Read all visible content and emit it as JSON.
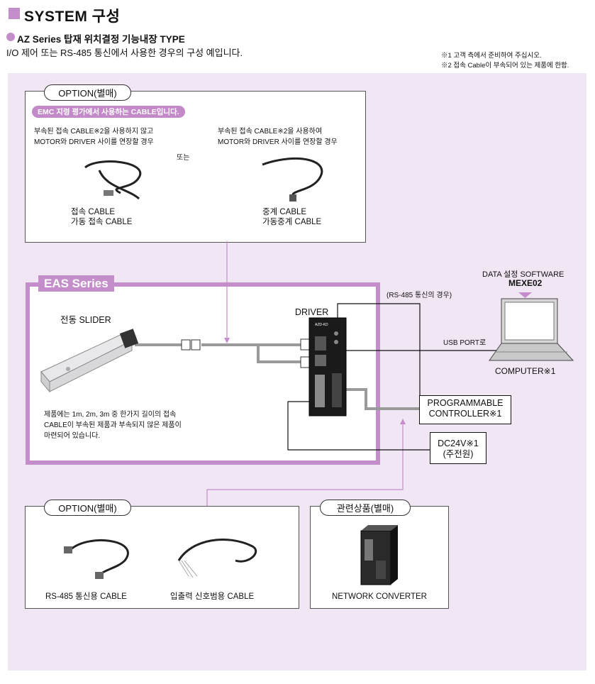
{
  "header": {
    "title": "SYSTEM 구성",
    "subtitle_strong": "AZ",
    "subtitle_rest": " Series 탑재 위치결정 기능내장 TYPE",
    "description": "I/O 제어 또는 RS-485 통신에서 사용한 경우의 구성 예입니다.",
    "note1": "※1 고객 측에서 준비하여 주십시오.",
    "note2": "※2 접속 Cable이 부속되어 있는 제품에 한함."
  },
  "option_top": {
    "tab": "OPTION(별매)",
    "emc": "EMC 지령 평가에서 사용하는 CABLE입니다.",
    "left_desc_1": "부속된 접속 CABLE※2을 사용하지 않고",
    "left_desc_2": "MOTOR와 DRIVER 사이를 연장할 경우",
    "or": "또는",
    "right_desc_1": "부속된 접속 CABLE※2을 사용하여",
    "right_desc_2": "MOTOR와 DRIVER 사이를 연장할 경우",
    "left_label_1": "접속 CABLE",
    "left_label_2": "가동 접속 CABLE",
    "right_label_1": "중계 CABLE",
    "right_label_2": "가동중계 CABLE"
  },
  "eas": {
    "tab": "EAS Series",
    "slider_label": "전동 SLIDER",
    "driver_label": "DRIVER",
    "note_1": "제품에는 1m, 2m, 3m 중 한가지 길이의 접속",
    "note_2": "CABLE이 부속된 제품과 부속되지 않은 제품이",
    "note_3": "마련되어 있습니다."
  },
  "right": {
    "rs485_case": "(RS-485 통신의 경우)",
    "software_label": "DATA 설정 SOFTWARE",
    "software_name": "MEXE02",
    "usb": "USB PORT로",
    "computer": "COMPUTER※1",
    "plc_1": "PROGRAMMABLE",
    "plc_2": "CONTROLLER※1",
    "dc_1": "DC24V※1",
    "dc_2": "(주전원)"
  },
  "option_bottom": {
    "tab": "OPTION(별매)",
    "item1": "RS-485 통신용 CABLE",
    "item2": "입출력 신호범용 CABLE"
  },
  "related": {
    "tab": "관련상품(별매)",
    "item": "NETWORK CONVERTER"
  },
  "colors": {
    "accent": "#c38ec9",
    "background": "#f1e7f4",
    "cable": "#999999",
    "line": "#c68ccc"
  }
}
